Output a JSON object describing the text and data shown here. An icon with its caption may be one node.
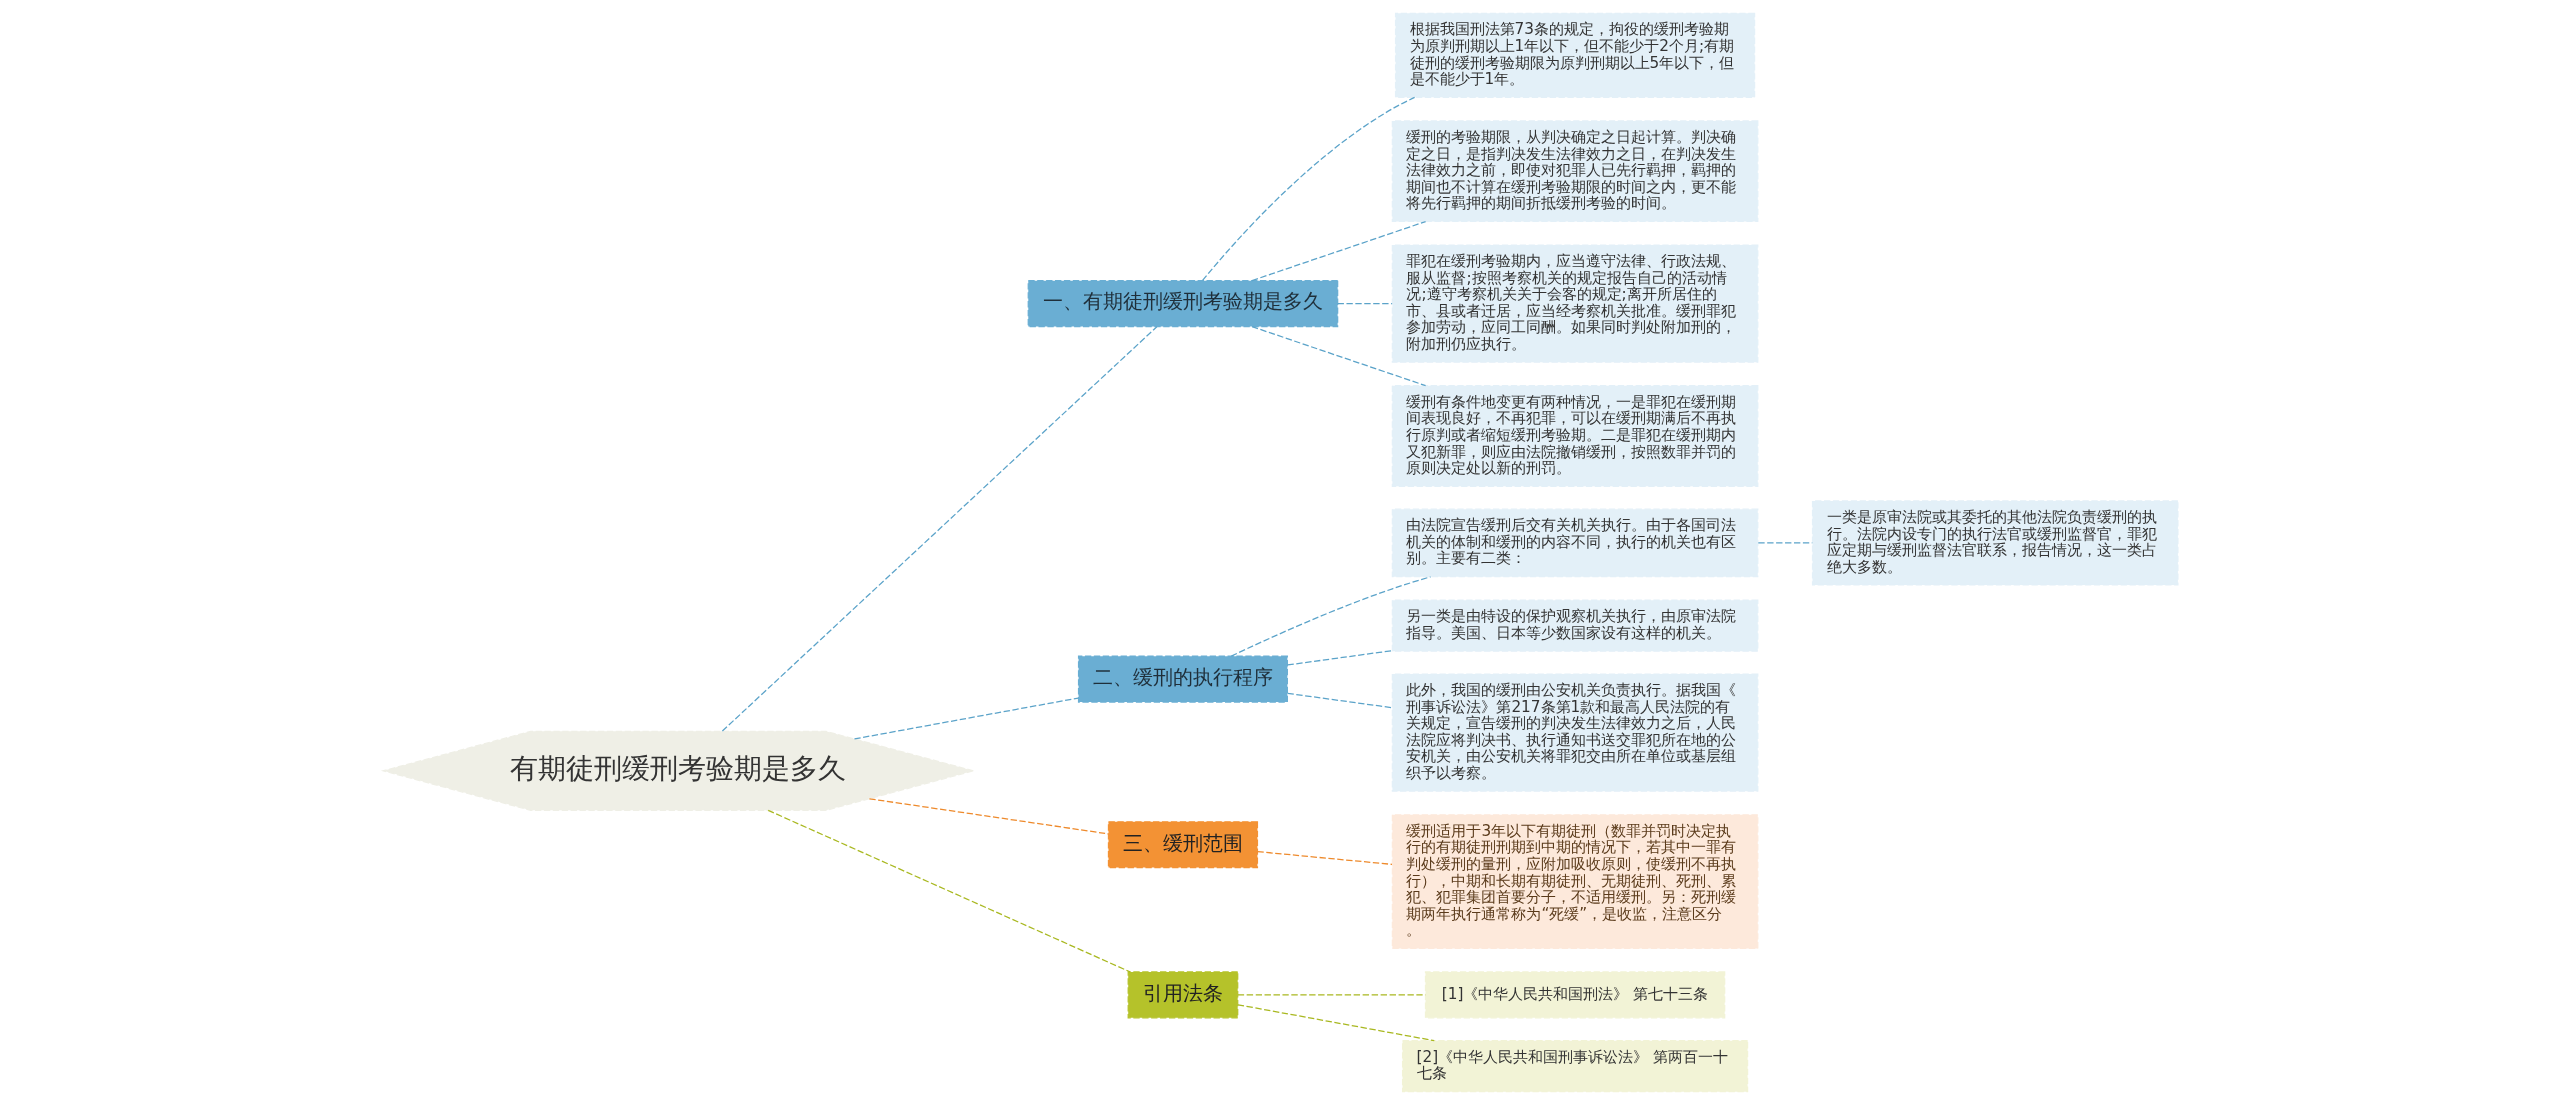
{
  "diagram": {
    "nodes": [
      {
        "text": [
          "有期徒刑缓刑考验期是多久"
        ]
      },
      {
        "text": [
          "一、有期徒刑缓刑考验期是多久"
        ]
      },
      {
        "text": [
          "根据我国刑法第73条的规定，拘役的缓刑考验期为原判刑期以上1年以下，但不能少于2个月;有期徒刑的缓刑考验期限为原判刑期以上5年以下，但是不能少于1年。"
        ]
      },
      {
        "text": [
          "缓刑的考验期限，从判决确定之日起计算。判决确定之日，是指判决发生法律效力之日，在判决发生法律效力之前，即使对犯罪人已先行羁押，羁押的期间也不计算在缓刑考验期限的时间之内，更不能将先行羁押的期间折抵缓刑考验的时间。"
        ]
      },
      {
        "text": [
          "罪犯在缓刑考验期内，应当遵守法律、行政法规、服从监督;按照考察机关的规定报告自己的活动情况;遵守考察机关关于会客的规定;离开所居住的市、县或者迁居，应当经考察机关批准。缓刑罪犯参加劳动，应同工同酬。如果同时判处附加刑的，附加刑仍应执行。"
        ]
      },
      {
        "text": [
          "缓刑有条件地变更有两种情况，一是罪犯在缓刑期间表现良好，不再犯罪，可以在缓刑期满后不再执行原判或者缩短缓刑考验期。二是罪犯在缓刑期内又犯新罪，则应由法院撤销缓刑，按照数罪并罚的原则决定处以新的刑罚。"
        ]
      },
      {
        "text": [
          "二、缓刑的执行程序"
        ]
      },
      {
        "text": [
          "由法院宣告缓刑后交有关机关执行。由于各国司法机关的体制和缓刑的内容不同，执行的机关也有区别。主要有二类："
        ]
      },
      {
        "text": [
          "一类是原审法院或其委托的其他法院负责缓刑的执行。法院内设专门的执行法官或缓刑监督官，罪犯应定期与缓刑监督法官联系，报告情况，这一类占绝大多数。"
        ]
      },
      {
        "text": [
          "另一类是由特设的保护观察机关执行，由原审法院指导。美国、日本等少数国家设有这样的机关。"
        ]
      },
      {
        "text": [
          "此外，我国的缓刑由公安机关负责执行。据我国《刑事诉讼法》第217条第1款和最高人民法院的有关规定，宣告缓刑的判决发生法律效力之后，人民法院应将判决书、执行通知书送交罪犯所在地的公安机关，由公安机关将罪犯交由所在单位或基层组织予以考察。"
        ]
      },
      {
        "text": [
          "三、缓刑范围"
        ]
      },
      {
        "text": [
          "缓刑适用于3年以下有期徒刑（数罪并罚时决定执行的有期徒刑刑期到中期的情况下，若其中一罪有判处缓刑的量刑，应附加吸收原则，使缓刑不再执行），中期和长期有期徒刑、无期徒刑、死刑、累犯、犯罪集团首要分子，不适用缓刑。另：死刑缓期两年执行通常称为“死缓”，是收监，注意区分。"
        ]
      },
      {
        "text": [
          "引用法条"
        ]
      },
      {
        "text": [
          "[1]《中华人民共和国刑法》 第七十三条"
        ]
      },
      {
        "text": [
          "[2]《中华人民共和国刑事诉讼法》 第两百一十七条"
        ]
      }
    ],
    "edges": [
      {
        "from": 0,
        "to": 1,
        "arrow": "none",
        "style": "dashed"
      },
      {
        "from": 1,
        "to": 2,
        "arrow": "none",
        "style": "dashed"
      },
      {
        "from": 1,
        "to": 3,
        "arrow": "none",
        "style": "dashed"
      },
      {
        "from": 1,
        "to": 4,
        "arrow": "none",
        "style": "dashed"
      },
      {
        "from": 1,
        "to": 5,
        "arrow": "none",
        "style": "dashed"
      },
      {
        "from": 0,
        "to": 6,
        "arrow": "none",
        "style": "dashed"
      },
      {
        "from": 6,
        "to": 7,
        "arrow": "none",
        "style": "dashed"
      },
      {
        "from": 7,
        "to": 8,
        "arrow": "none",
        "style": "dashed"
      },
      {
        "from": 6,
        "to": 9,
        "arrow": "none",
        "style": "dashed"
      },
      {
        "from": 6,
        "to": 10,
        "arrow": "none",
        "style": "dashed"
      },
      {
        "from": 0,
        "to": 11,
        "arrow": "none",
        "style": "dashed",
        "color": "#ee8a2c"
      },
      {
        "from": 11,
        "to": 12,
        "arrow": "none",
        "style": "dashed",
        "color": "#ee8a2c"
      },
      {
        "from": 0,
        "to": 13,
        "arrow": "none",
        "style": "dashed",
        "color": "#a9b820"
      },
      {
        "from": 13,
        "to": 14,
        "arrow": "none",
        "style": "dashed",
        "color": "#a9b820"
      },
      {
        "from": 13,
        "to": 15,
        "arrow": "none",
        "style": "dashed",
        "color": "#a9b820"
      }
    ]
  }
}
